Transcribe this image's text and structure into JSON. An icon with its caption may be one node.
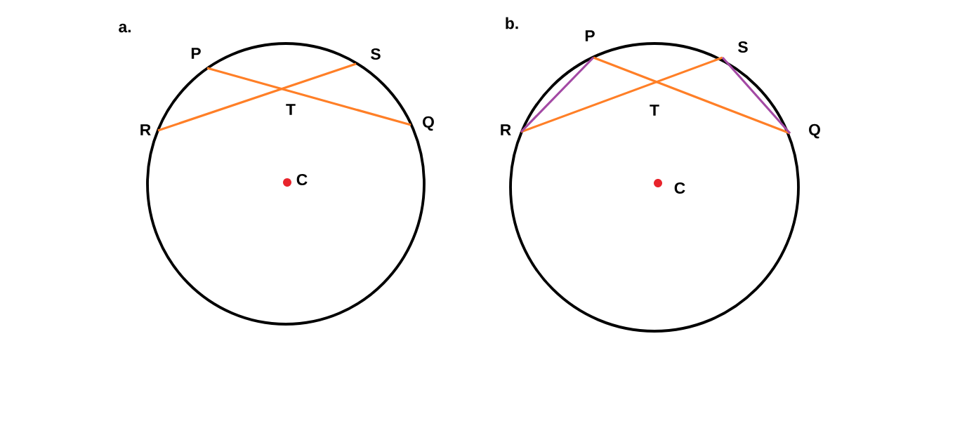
{
  "diagram": {
    "nodes": [
      {
        "text": [
          "P"
        ]
      },
      {
        "text": [
          "S"
        ]
      },
      {
        "text": [
          "R"
        ]
      },
      {
        "text": [
          "Q"
        ]
      },
      {
        "text": [
          "T"
        ]
      },
      {
        "text": [
          "C"
        ]
      },
      {
        "text": [
          "P"
        ]
      },
      {
        "text": [
          "S"
        ]
      },
      {
        "text": [
          "R"
        ]
      },
      {
        "text": [
          "Q"
        ]
      },
      {
        "text": [
          "T"
        ]
      },
      {
        "text": [
          "C"
        ]
      }
    ],
    "edges": [
      {
        "from": 0,
        "to": 3,
        "arrow": "none"
      },
      {
        "from": 2,
        "to": 1,
        "arrow": "none"
      },
      {
        "from": 6,
        "to": 9,
        "arrow": "none"
      },
      {
        "from": 8,
        "to": 7,
        "arrow": "none"
      },
      {
        "from": 8,
        "to": 6,
        "arrow": "none",
        "color": "#a349a4"
      },
      {
        "from": 7,
        "to": 9,
        "arrow": "none",
        "color": "#a349a4"
      }
    ],
    "labels": [
      "a.",
      "b."
    ]
  }
}
